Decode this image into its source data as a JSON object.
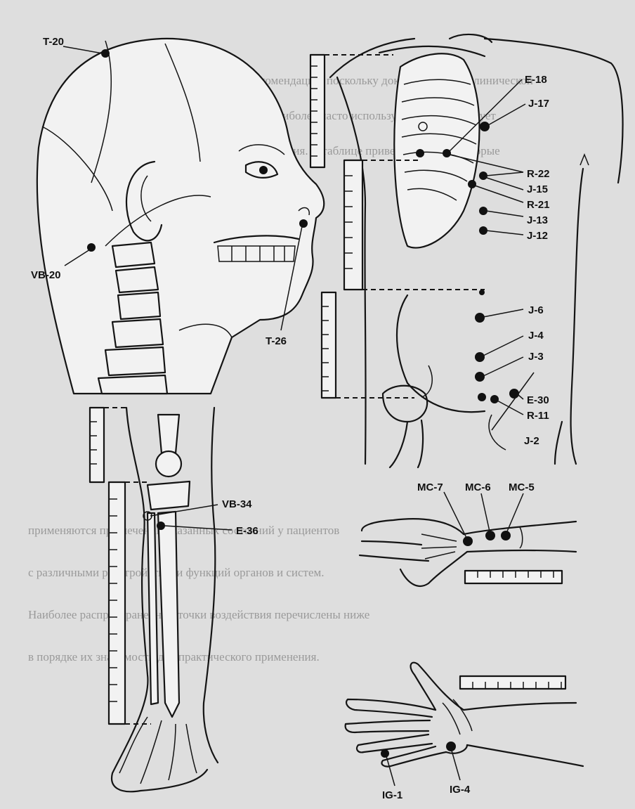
{
  "figure": {
    "background_text": [
      "разработку рекомендаций, поскольку доказательность клинической",
      "эффективности наиболее часто используемых точек требует",
      "дальнейшего изучения. В таблице приведены точки, которые",
      "применяются при лечении указанных состояний у пациентов",
      "с различными расстройствами функций органов и систем.",
      "Наиболее распространенные точки воздействия перечислены ниже",
      "в порядке их значимости для практического применения."
    ],
    "labels": {
      "T20": "T-20",
      "VB20": "VB-20",
      "T26": "T-26",
      "E18": "E-18",
      "J17": "J-17",
      "R22": "R-22",
      "J15": "J-15",
      "R21": "R-21",
      "J13": "J-13",
      "J12": "J-12",
      "J6": "J-6",
      "J4": "J-4",
      "J3": "J-3",
      "E30": "E-30",
      "R11": "R-11",
      "J2": "J-2",
      "VB34": "VB-34",
      "E36": "E-36",
      "MC7": "MC-7",
      "MC6": "MC-6",
      "MC5": "MC-5",
      "IG1": "IG-1",
      "IG4": "IG-4"
    }
  }
}
